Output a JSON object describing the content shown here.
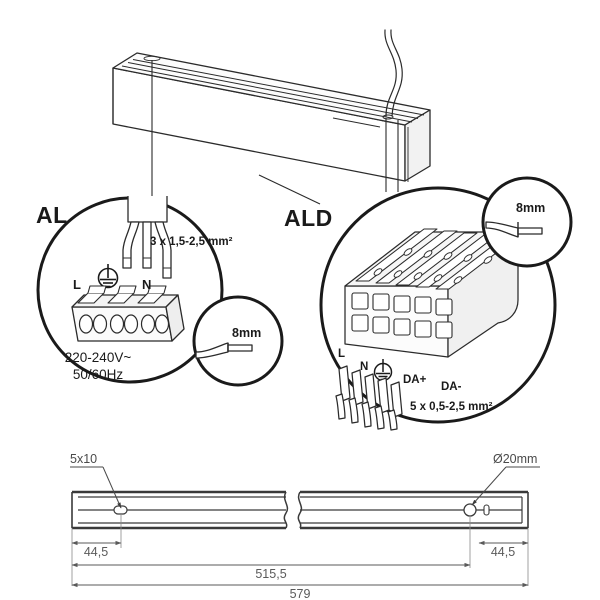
{
  "document": {
    "type": "installation-wiring-diagram",
    "title": "Luminaire wiring and dimension drawing"
  },
  "luminaire": {
    "name": "linear-luminaire-3d",
    "cable_label": "supply-cable"
  },
  "sections": {
    "al": {
      "label": "AL",
      "wire_spec": "3 x 1,5-2,5 mm²",
      "terminals": [
        "L",
        "N"
      ],
      "earth_symbol": "earth-ground",
      "voltage_line1": "220-240V~",
      "voltage_line2": "50/60Hz",
      "strip_length": "8mm"
    },
    "ald": {
      "label": "ALD",
      "wire_spec": "5 x 0,5-2,5 mm²",
      "terminals": [
        "L",
        "N",
        "DA+",
        "DA-"
      ],
      "earth_symbol": "earth-ground",
      "strip_length": "8mm"
    }
  },
  "dimensions": {
    "callout_left": "5x10",
    "callout_right": "Ø20mm",
    "left_offset": "44,5",
    "right_offset": "44,5",
    "hole_span": "515,5",
    "total_length": "579"
  },
  "colors": {
    "ink": "#1a1a1a",
    "dim_ink": "#5a5a5a",
    "line": "#2b2b2b",
    "fill_light": "#f7f7f7",
    "background": "#ffffff"
  }
}
